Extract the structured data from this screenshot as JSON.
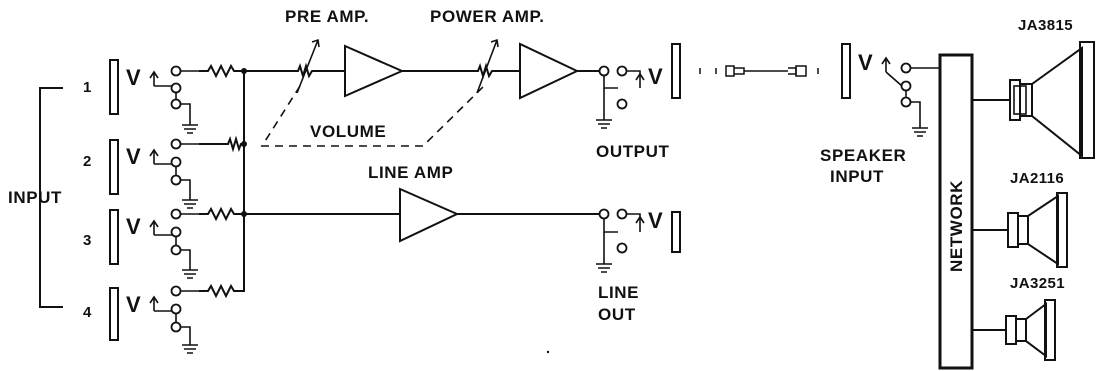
{
  "labels": {
    "pre_amp": "PRE AMP.",
    "power_amp": "POWER AMP.",
    "line_amp": "LINE AMP",
    "volume": "VOLUME",
    "output": "OUTPUT",
    "input": "INPUT",
    "speaker_input_line1": "SPEAKER",
    "speaker_input_line2": "INPUT",
    "line_out_line1": "LINE",
    "line_out_line2": "OUT",
    "network": "NETWORK"
  },
  "inputs": [
    "1",
    "2",
    "3",
    "4"
  ],
  "speakers": [
    "JA3815",
    "JA2116",
    "JA3251"
  ],
  "jack_glyph": "V"
}
